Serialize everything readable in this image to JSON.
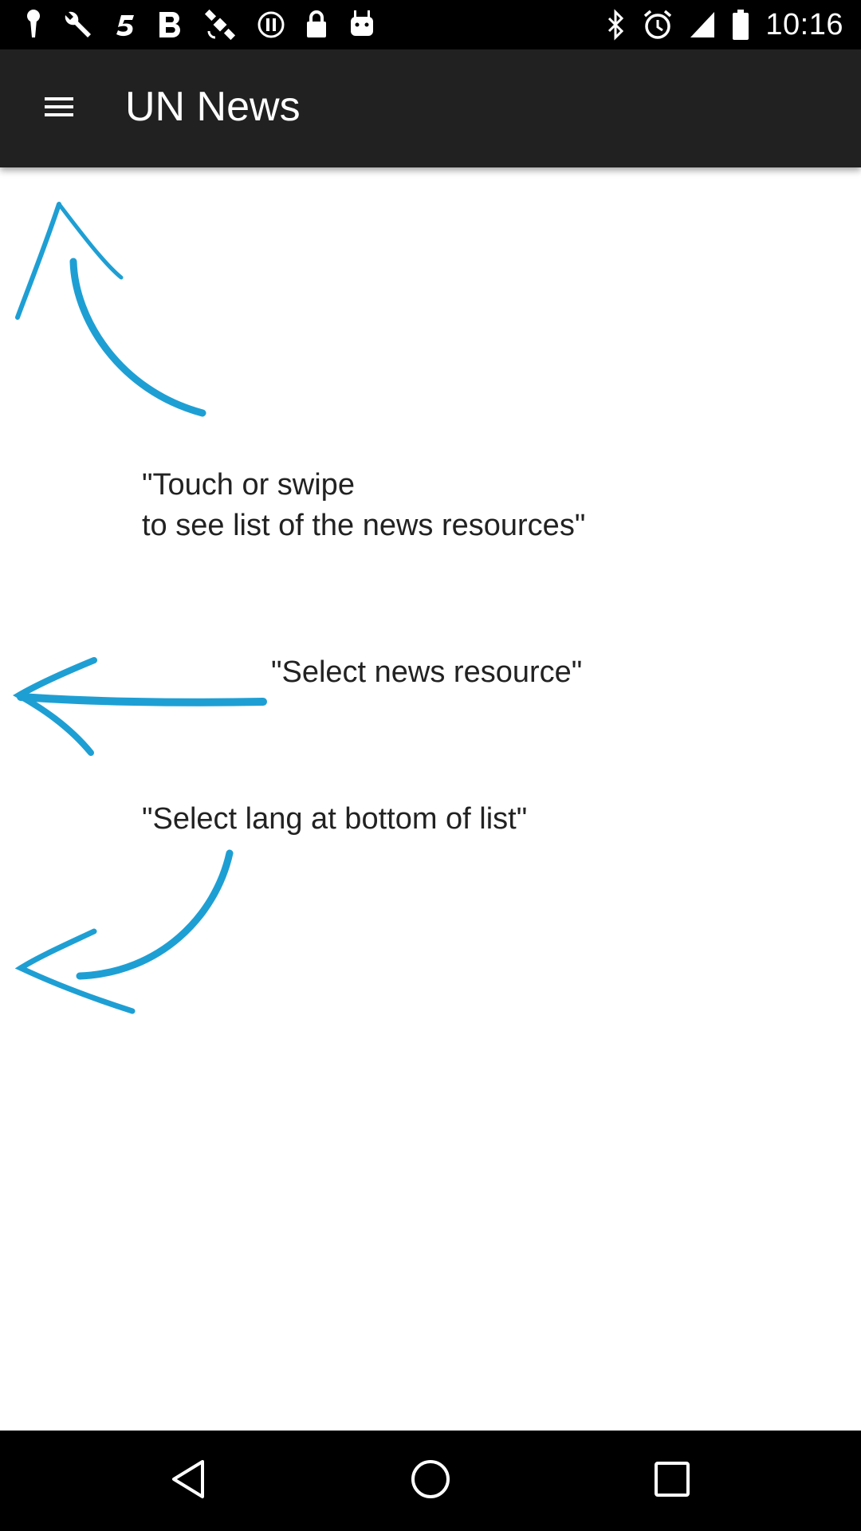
{
  "status_bar": {
    "time": "10:16",
    "left_icons": [
      "keyhole-icon",
      "wrench-icon",
      "five-icon",
      "bold-b-icon",
      "satellite-icon",
      "circle-pause-icon",
      "lock-icon",
      "android-icon"
    ],
    "right_icons": [
      "bluetooth-icon",
      "alarm-icon",
      "signal-icon",
      "battery-icon"
    ]
  },
  "app_bar": {
    "title": "UN News",
    "menu_icon": "hamburger-menu-icon"
  },
  "hints": {
    "touch_line1": "\"Touch or swipe",
    "touch_line2": "to see list of the news resources\"",
    "select_resource": "\"Select news resource\"",
    "select_lang": "\"Select lang at bottom of list\""
  },
  "colors": {
    "status_bar": "#000000",
    "app_bar": "#212121",
    "arrow": "#1e9fd4",
    "text": "#222222",
    "nav_bar": "#000000"
  },
  "nav_bar": {
    "icons": [
      "back-icon",
      "home-icon",
      "recent-apps-icon"
    ]
  }
}
